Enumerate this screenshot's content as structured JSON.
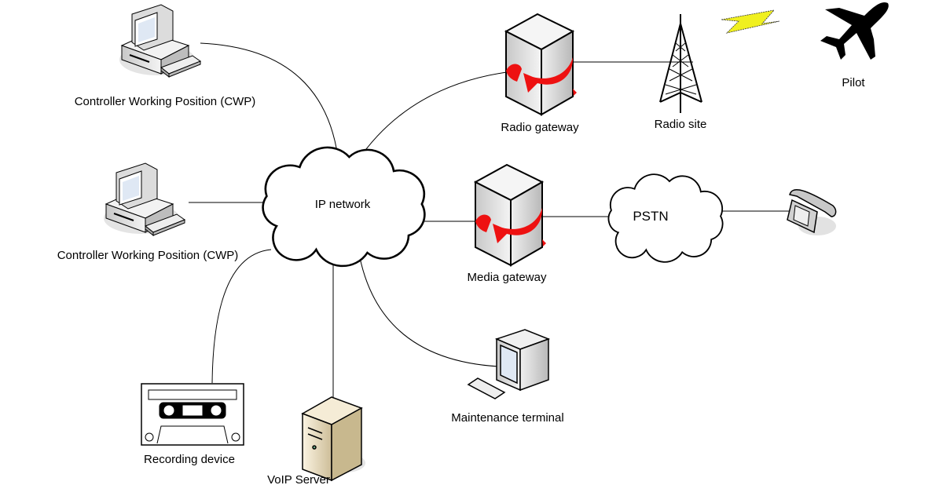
{
  "nodes": {
    "cwp1": {
      "label": "Controller Working Position (CWP)",
      "icon": "workstation-icon"
    },
    "cwp2": {
      "label": "Controller Working Position (CWP)",
      "icon": "workstation-icon"
    },
    "ip_network": {
      "label": "IP network",
      "icon": "cloud-icon"
    },
    "radio_gateway": {
      "label": "Radio gateway",
      "icon": "gateway-icon"
    },
    "radio_site": {
      "label": "Radio site",
      "icon": "radio-tower-icon"
    },
    "pilot": {
      "label": "Pilot",
      "icon": "airplane-icon"
    },
    "media_gateway": {
      "label": "Media gateway",
      "icon": "gateway-icon"
    },
    "pstn": {
      "label": "PSTN",
      "icon": "cloud-icon"
    },
    "telephone": {
      "label": "",
      "icon": "telephone-icon"
    },
    "maintenance": {
      "label": "Maintenance terminal",
      "icon": "terminal-icon"
    },
    "recording": {
      "label": "Recording device",
      "icon": "cassette-icon"
    },
    "voip": {
      "label": "VoIP Server",
      "icon": "server-icon"
    }
  },
  "links": [
    [
      "cwp1",
      "ip_network"
    ],
    [
      "cwp2",
      "ip_network"
    ],
    [
      "radio_gateway",
      "ip_network"
    ],
    [
      "radio_gateway",
      "radio_site"
    ],
    [
      "radio_site",
      "pilot"
    ],
    [
      "ip_network",
      "media_gateway"
    ],
    [
      "media_gateway",
      "pstn"
    ],
    [
      "pstn",
      "telephone"
    ],
    [
      "ip_network",
      "recording"
    ],
    [
      "ip_network",
      "voip"
    ],
    [
      "ip_network",
      "maintenance"
    ]
  ],
  "colors": {
    "arrow": "#ee1111",
    "lightning": "#f0f020",
    "device": "#d8d8d8",
    "server": "#e8dcc0"
  }
}
